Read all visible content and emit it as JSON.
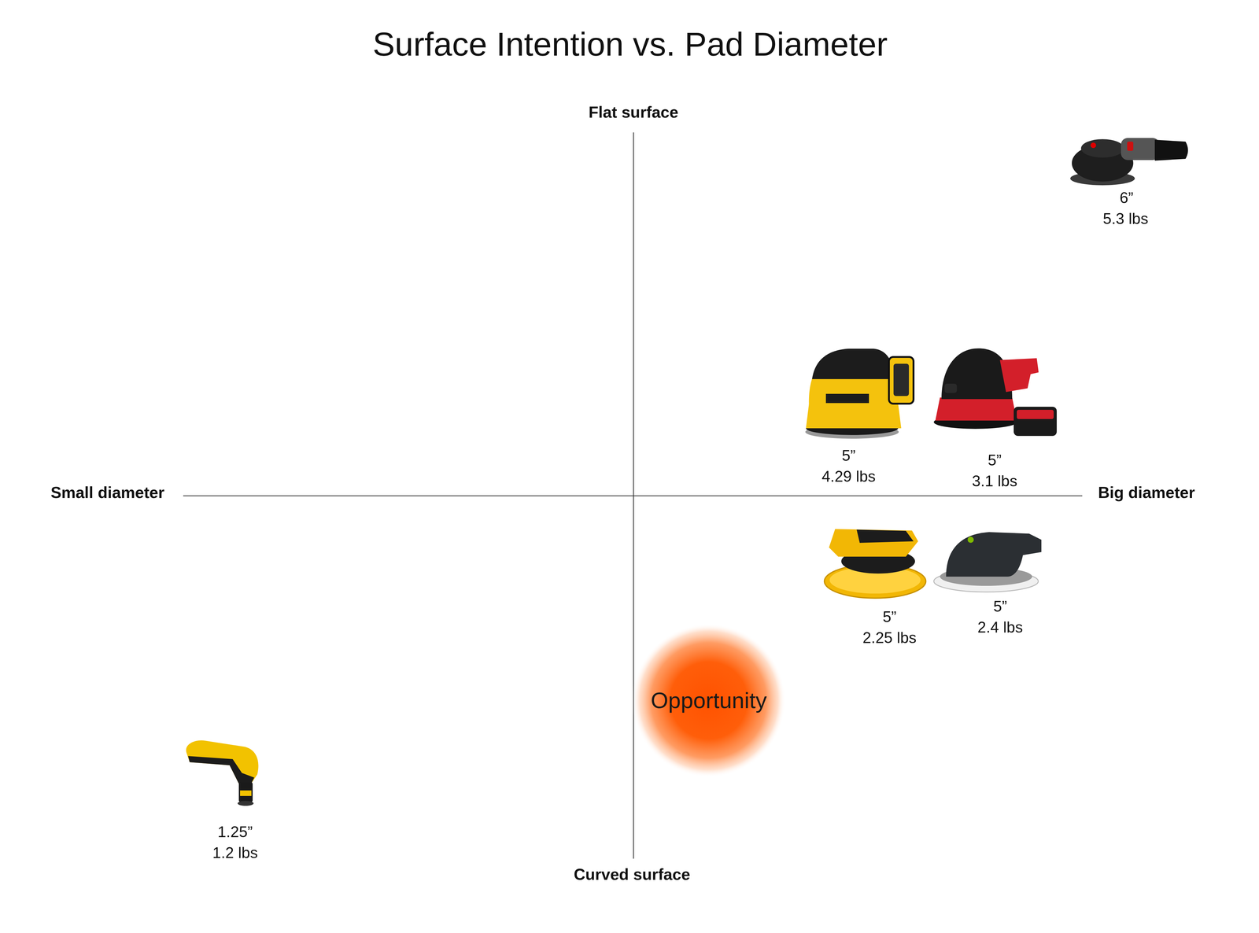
{
  "diagram": {
    "title": "Surface Intention vs. Pad Diameter",
    "nodes": [
      {
        "text": [
          "Opportunity"
        ]
      }
    ],
    "labels": [
      "Flat surface",
      "Small diameter",
      "Big diameter",
      "Curved surface",
      "6”",
      "5.3 lbs",
      "5”",
      "4.29 lbs",
      "5”",
      "3.1 lbs",
      "5”",
      "2.25 lbs",
      "5”",
      "2.4 lbs",
      "1.25”",
      "1.2 lbs"
    ]
  }
}
